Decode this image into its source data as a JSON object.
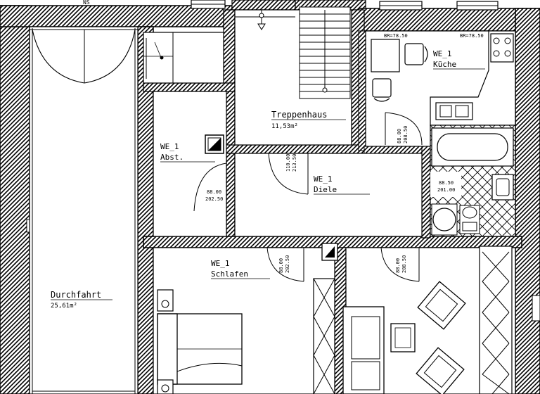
{
  "rooms": {
    "durchfahrt": {
      "name": "Durchfahrt",
      "area": "25,61m²"
    },
    "treppenhaus": {
      "name": "Treppenhaus",
      "area": "11,53m²"
    },
    "abst": {
      "unit": "WE_1",
      "name": "Abst."
    },
    "diele": {
      "unit": "WE_1",
      "name": "Diele"
    },
    "kueche": {
      "unit": "WE_1",
      "name": "Küche"
    },
    "schlafen": {
      "unit": "WE_1",
      "name": "Schlafen"
    }
  },
  "parapets": {
    "left": "BR=78.50",
    "right": "BR=78.50"
  },
  "door_dims": {
    "abst": [
      "88.00",
      "202.50"
    ],
    "diele_top": [
      "110.00",
      "213.50"
    ],
    "kueche": [
      "88.00",
      "208.50"
    ],
    "bad": [
      "88.50",
      "201.00"
    ],
    "schlafen": [
      "88.00",
      "202.50"
    ],
    "wohnen": [
      "88.00",
      "208.50"
    ]
  },
  "top_mark": "NS"
}
